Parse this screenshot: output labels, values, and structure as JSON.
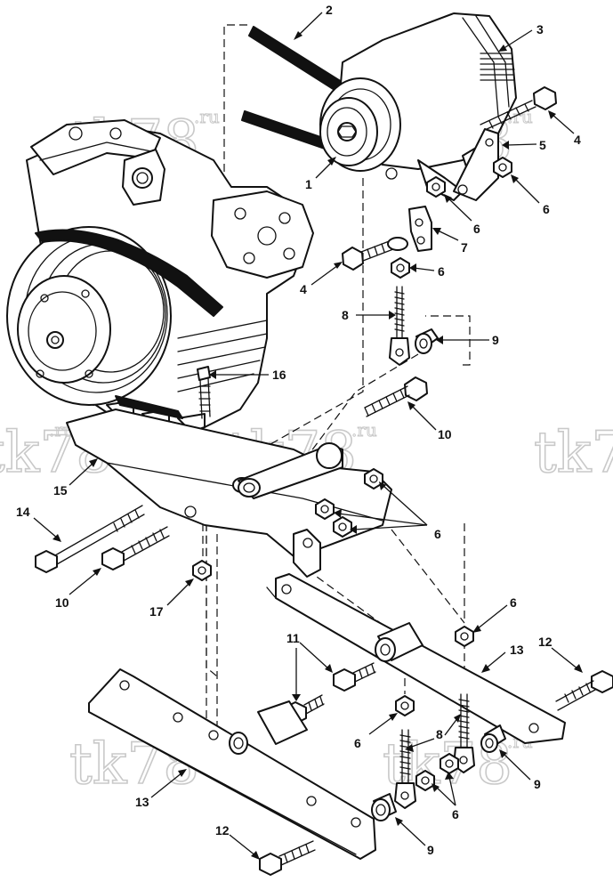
{
  "callouts": [
    {
      "id": "c1",
      "label": "1"
    },
    {
      "id": "c2",
      "label": "2"
    },
    {
      "id": "c3",
      "label": "3"
    },
    {
      "id": "c4a",
      "label": "4"
    },
    {
      "id": "c4b",
      "label": "4"
    },
    {
      "id": "c5",
      "label": "5"
    },
    {
      "id": "c6a",
      "label": "6"
    },
    {
      "id": "c6b",
      "label": "6"
    },
    {
      "id": "c6c",
      "label": "6"
    },
    {
      "id": "c6d",
      "label": "6"
    },
    {
      "id": "c6e",
      "label": "6"
    },
    {
      "id": "c6f",
      "label": "6"
    },
    {
      "id": "c6g",
      "label": "6"
    },
    {
      "id": "c7",
      "label": "7"
    },
    {
      "id": "c8a",
      "label": "8"
    },
    {
      "id": "c8b",
      "label": "8"
    },
    {
      "id": "c9a",
      "label": "9"
    },
    {
      "id": "c9b",
      "label": "9"
    },
    {
      "id": "c9c",
      "label": "9"
    },
    {
      "id": "c10a",
      "label": "10"
    },
    {
      "id": "c10b",
      "label": "10"
    },
    {
      "id": "c11",
      "label": "11"
    },
    {
      "id": "c12a",
      "label": "12"
    },
    {
      "id": "c12b",
      "label": "12"
    },
    {
      "id": "c13a",
      "label": "13"
    },
    {
      "id": "c13b",
      "label": "13"
    },
    {
      "id": "c14",
      "label": "14"
    },
    {
      "id": "c15",
      "label": "15"
    },
    {
      "id": "c16",
      "label": "16"
    },
    {
      "id": "c17",
      "label": "17"
    }
  ],
  "watermark": {
    "text": "tk78",
    "suffix": ".ru",
    "color": "#c9c9c9"
  },
  "colors": {
    "ink": "#111111",
    "background": "#ffffff"
  }
}
